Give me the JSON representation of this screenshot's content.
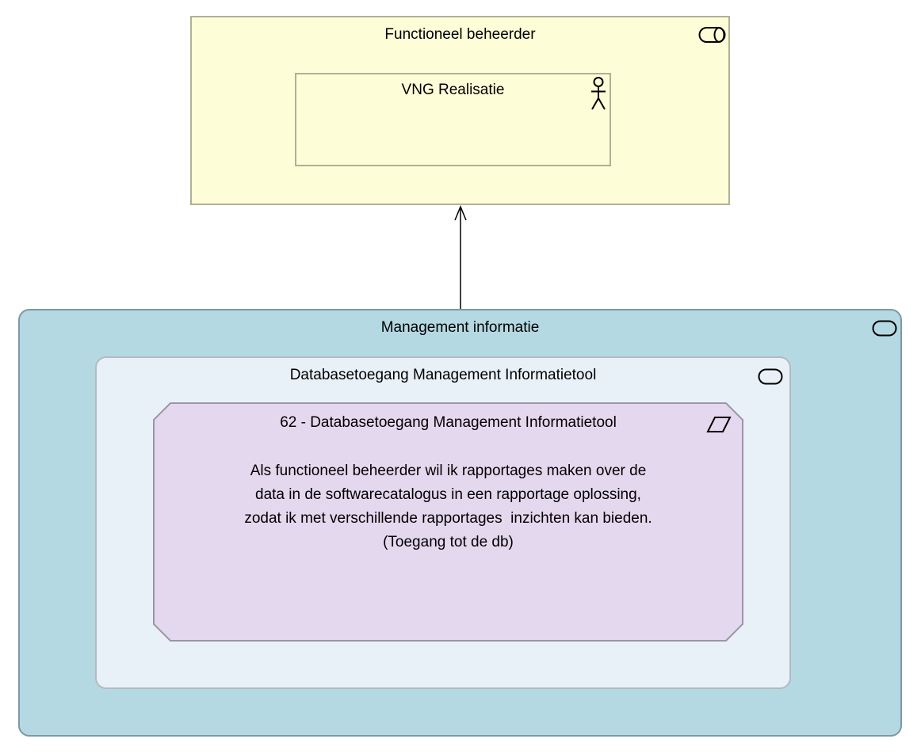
{
  "colors": {
    "canvas_bg": "#FFFFFF",
    "role_fill": "#FDFDD8",
    "role_border": "#B0B098",
    "group_fill": "#B5D9E2",
    "group_border": "#7D99A3",
    "subgroup_fill": "#E9F1F8",
    "subgroup_border": "#B4BABF",
    "work_item_fill": "#E4D8EE",
    "work_item_border": "#9E94A8",
    "connector_color": "#000000"
  },
  "role_group": {
    "title": "Functioneel beheerder",
    "icon": "role-icon",
    "actor": {
      "title": "VNG Realisatie",
      "icon": "business-actor-icon"
    }
  },
  "connection": {
    "type": "serving-arrow",
    "direction": "up"
  },
  "management_group": {
    "title": "Management informatie",
    "icon": "work-package-icon",
    "subgroup": {
      "title": "Databasetoegang Management Informatietool",
      "icon": "work-package-icon",
      "work_item": {
        "title": "62 - Databasetoegang Management Informatietool",
        "icon": "parallelogram-icon",
        "body_lines": [
          "Als functioneel beheerder wil ik rapportages maken over de",
          "data in de softwarecatalogus in een rapportage oplossing,",
          "zodat ik met verschillende rapportages  inzichten kan bieden.",
          "(Toegang tot de db)"
        ]
      }
    }
  }
}
